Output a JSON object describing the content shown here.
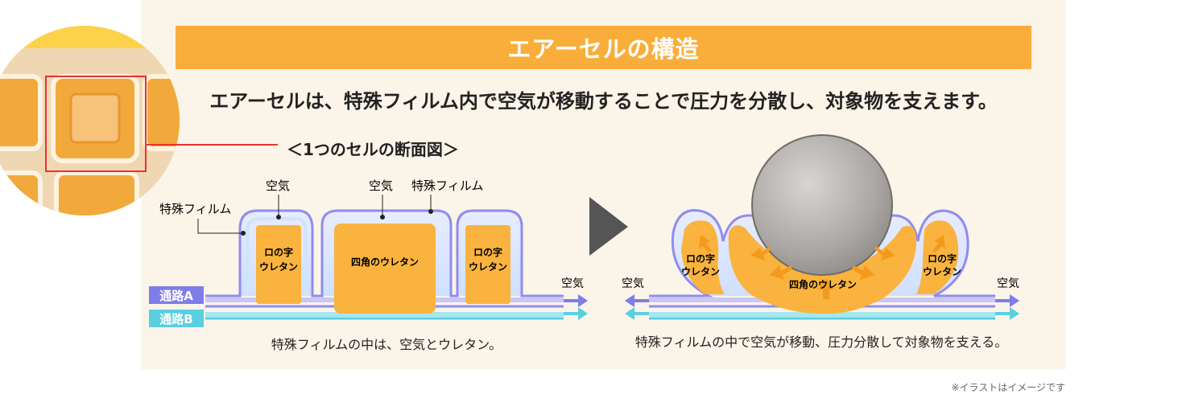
{
  "title": "エアーセルの構造",
  "subtitle": "エアーセルは、特殊フィルム内で空気が移動することで圧力を分散し、対象物を支えます。",
  "section_label": "＜1つのセルの断面図＞",
  "left_diagram": {
    "label_air_1": "空気",
    "label_air_2": "空気",
    "label_film_1": "特殊フィルム",
    "label_film_2": "特殊フィルム",
    "urethan_ring_1": [
      "ロの字",
      "ウレタン"
    ],
    "urethan_square": "四角のウレタン",
    "urethan_ring_2": [
      "ロの字",
      "ウレタン"
    ],
    "channel_a": "通路A",
    "channel_b": "通路B",
    "air_out": "空気",
    "caption": "特殊フィルムの中は、空気とウレタン。"
  },
  "right_diagram": {
    "air_left": "空気",
    "air_right": "空気",
    "urethan_ring_left": [
      "ロの字",
      "ウレタン"
    ],
    "urethan_ring_right": [
      "ロの字",
      "ウレタン"
    ],
    "urethan_square": "四角のウレタン",
    "caption": "特殊フィルムの中で空気が移動、圧力分散して対象物を支える。"
  },
  "footnote": "※イラストはイメージです",
  "colors": {
    "title_bar": "#f9ae3b",
    "panel_bg": "#fbf4e8",
    "urethane": "#f9b33e",
    "film_outline": "#8f8cf0",
    "channel_a": "#7f7de8",
    "channel_b": "#59cfe0",
    "pointer_red": "#e8332f"
  },
  "icons": {
    "arrow": "right-triangle-arrow",
    "zoom": "magnified-cell-photo"
  }
}
